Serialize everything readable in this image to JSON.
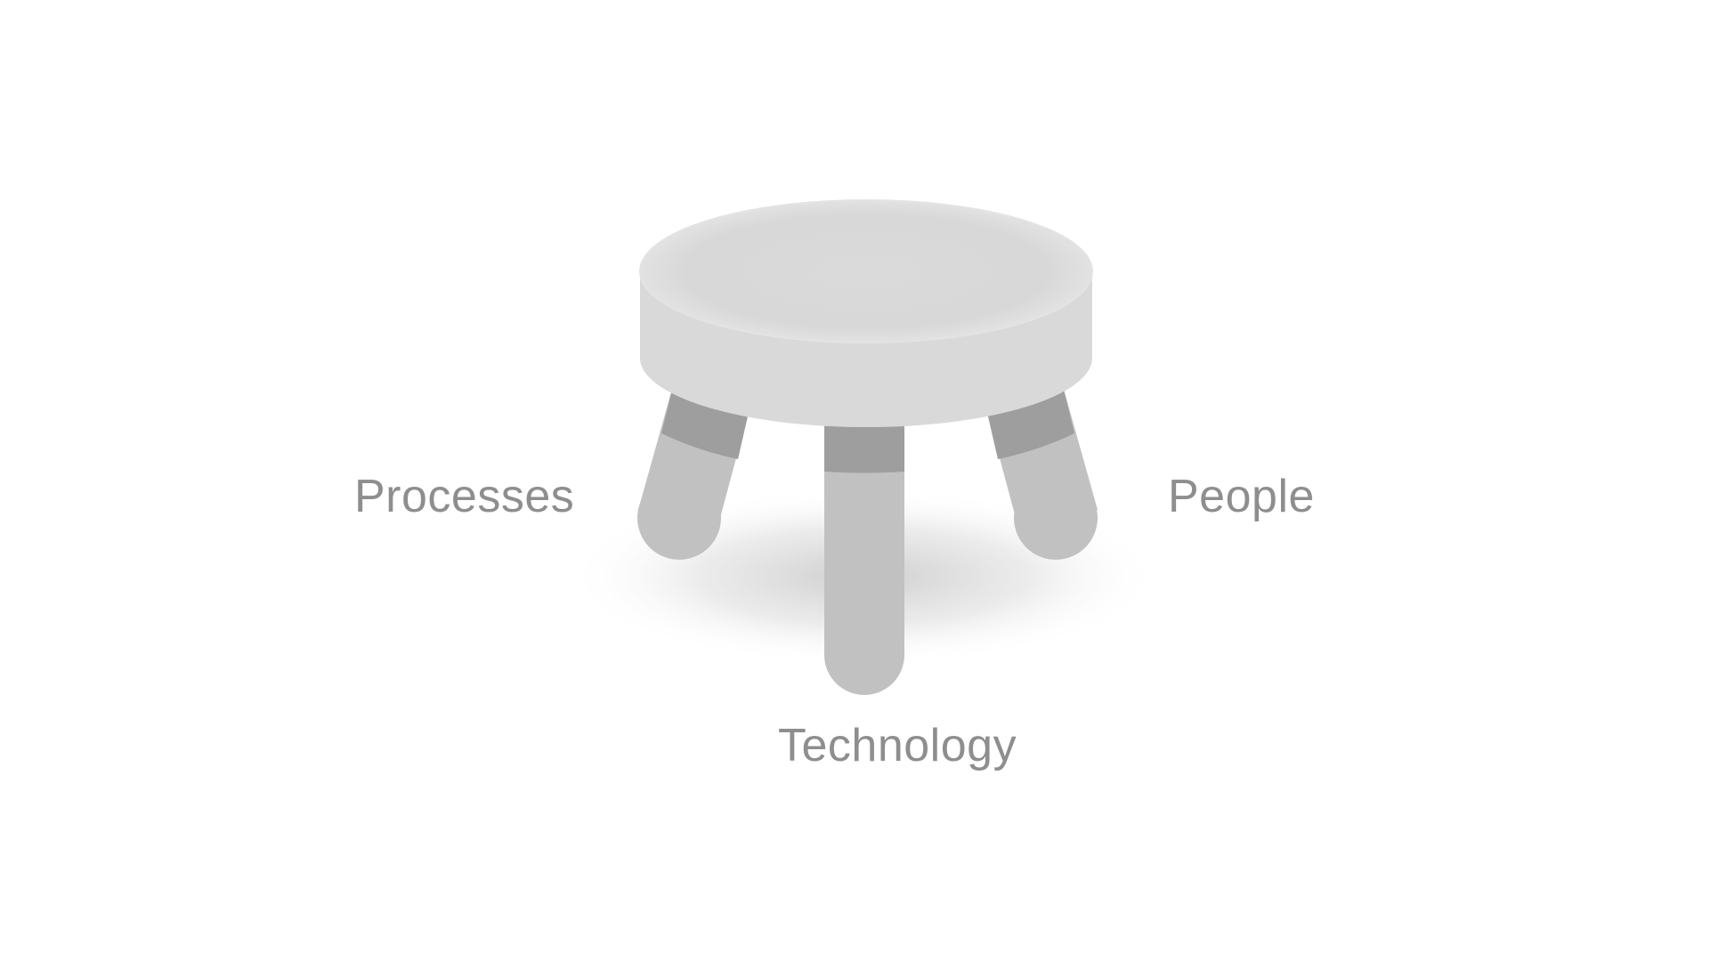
{
  "diagram": {
    "labels": {
      "processes": "Processes",
      "people": "People",
      "technology": "Technology"
    }
  },
  "colors": {
    "seat": "#d9d9d9",
    "seat_rim_shadow": "#cfcfcf",
    "leg": "#c1c1c1",
    "leg_band": "#9e9e9e",
    "floor_shadow": "#bdbdbd",
    "label_text": "#8e8e8e"
  }
}
